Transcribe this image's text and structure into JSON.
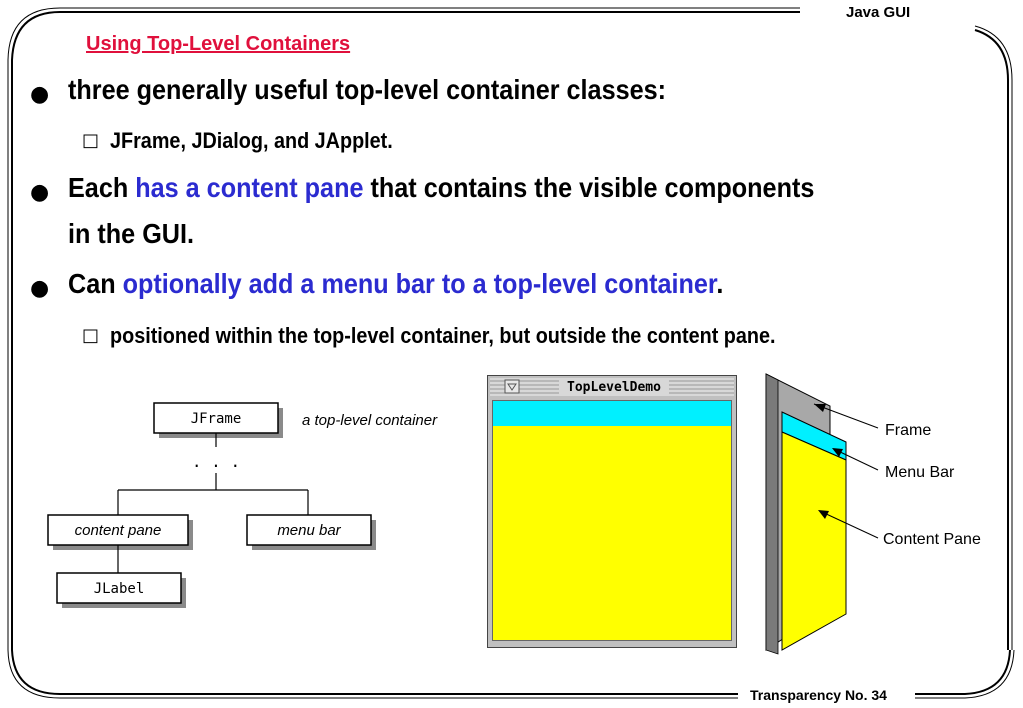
{
  "header": {
    "right_label": "Java GUI"
  },
  "slide": {
    "title": "Using Top-Level Containers",
    "bullets": [
      {
        "text": "three generally useful top-level container classes:"
      },
      {
        "sub": "JFrame,   JDialog, and JApplet."
      },
      {
        "pre": "Each ",
        "highlight": "has a content pane",
        "post": " that contains the visible components",
        "line2": "in the GUI."
      },
      {
        "pre": "Can ",
        "highlight": "optionally add a menu bar to a top-level container",
        "post": "."
      },
      {
        "sub": "positioned within the top-level container, but outside the content pane."
      }
    ]
  },
  "tree_diagram": {
    "root": "JFrame",
    "root_note": "a top-level container",
    "ellipsis": ". . .",
    "children": [
      "content pane",
      "menu bar"
    ],
    "grandchild": "JLabel"
  },
  "demo_window": {
    "title": "TopLevelDemo",
    "colors": {
      "menu_bar": "#00f0ff",
      "content": "#ffff00",
      "frame": "#c0c0c0"
    }
  },
  "layer_diagram": {
    "labels": [
      "Frame",
      "Menu Bar",
      "Content Pane"
    ]
  },
  "footer": {
    "label": "Transparency No. 34"
  }
}
